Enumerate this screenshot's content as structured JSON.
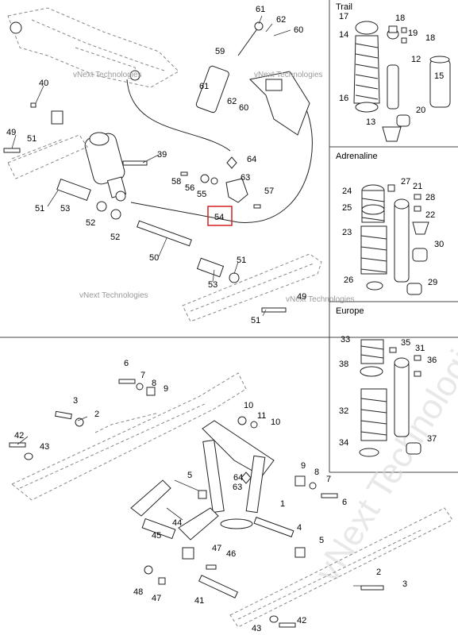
{
  "sections": {
    "trail": "Trail",
    "adrenaline": "Adrenaline",
    "europe": "Europe"
  },
  "highlighted_label": "54",
  "watermarks": {
    "v1": "vNext Technologies",
    "v2": "vNext Technologies",
    "v3": "vNext Technologies",
    "v4": "vNext Technologies",
    "big": "vNext Technologies"
  },
  "labels": [
    "61",
    "62",
    "60",
    "59",
    "61",
    "62",
    "60",
    "40",
    "49",
    "51",
    "39",
    "64",
    "63",
    "58",
    "56",
    "55",
    "57",
    "51",
    "53",
    "52",
    "52",
    "50",
    "54",
    "51",
    "53",
    "49",
    "51",
    "17",
    "18",
    "19",
    "18",
    "14",
    "12",
    "15",
    "16",
    "20",
    "13",
    "27",
    "24",
    "21",
    "28",
    "25",
    "22",
    "23",
    "30",
    "26",
    "29",
    "33",
    "35",
    "31",
    "38",
    "36",
    "32",
    "34",
    "37",
    "6",
    "7",
    "8",
    "9",
    "3",
    "2",
    "42",
    "43",
    "10",
    "11",
    "10",
    "5",
    "64",
    "63",
    "1",
    "9",
    "8",
    "7",
    "6",
    "44",
    "45",
    "47",
    "46",
    "48",
    "47",
    "41",
    "4",
    "5",
    "2",
    "3",
    "43",
    "42"
  ]
}
